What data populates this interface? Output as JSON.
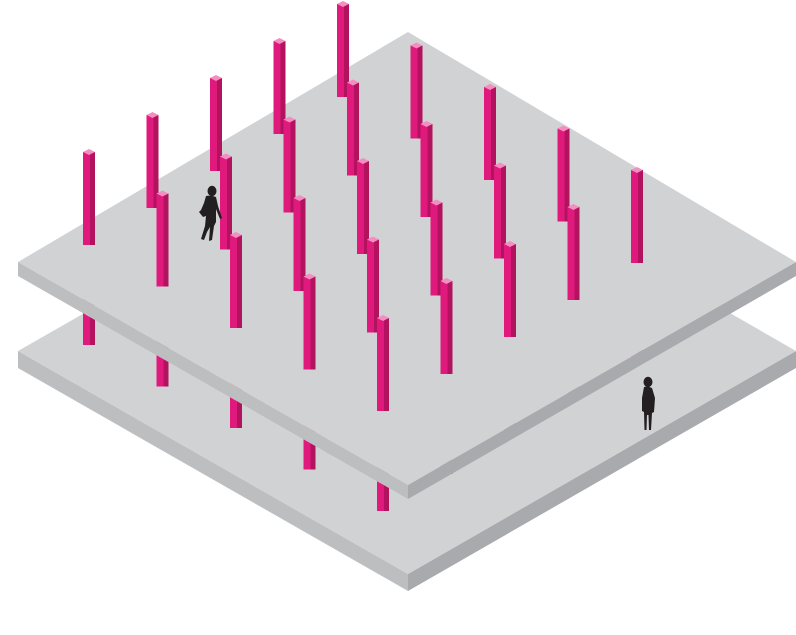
{
  "colors": {
    "background": "#ffffff",
    "slab_top": "#d1d2d4",
    "slab_side_light": "#bdbec0",
    "slab_side_dark": "#a9aaad",
    "column_front": "#e0197d",
    "column_side": "#b3125f",
    "column_top": "#f48dc0",
    "figure": "#231f20"
  },
  "diagram": {
    "floor_slabs": 2,
    "column_grid": "5 x 5",
    "human_figures": 2,
    "icons": [
      "walking-person-icon",
      "standing-person-icon"
    ]
  }
}
